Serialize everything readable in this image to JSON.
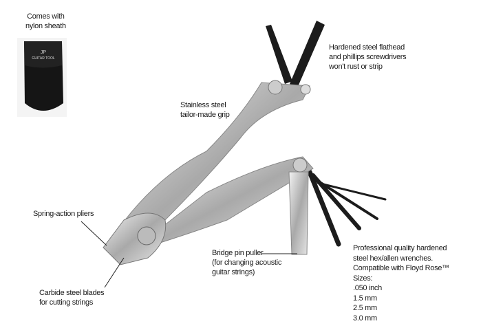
{
  "sheath": {
    "caption": [
      "Comes with",
      "nylon sheath"
    ],
    "logo_text": "JP GUITAR TOOL"
  },
  "callouts": {
    "screwdrivers": [
      "Hardened steel flathead",
      "and phillips screwdrivers",
      "won't rust or strip"
    ],
    "grip": [
      "Stainless steel",
      "tailor-made grip"
    ],
    "pliers": [
      "Spring-action pliers"
    ],
    "bridge_pin": [
      "Bridge pin puller",
      "(for changing acoustic",
      "guitar strings)"
    ],
    "blades": [
      "Carbide steel blades",
      "for cutting strings"
    ],
    "wrenches": [
      "Professional quality hardened",
      "steel hex/allen wrenches.",
      "Compatible with Floyd Rose™",
      "Sizes:",
      ".050 inch",
      "1.5 mm",
      "2.5 mm",
      "3.0 mm"
    ]
  },
  "colors": {
    "steel": "#c9c9c9",
    "black_tool": "#1c1c1c",
    "text": "#1a1a1a"
  }
}
